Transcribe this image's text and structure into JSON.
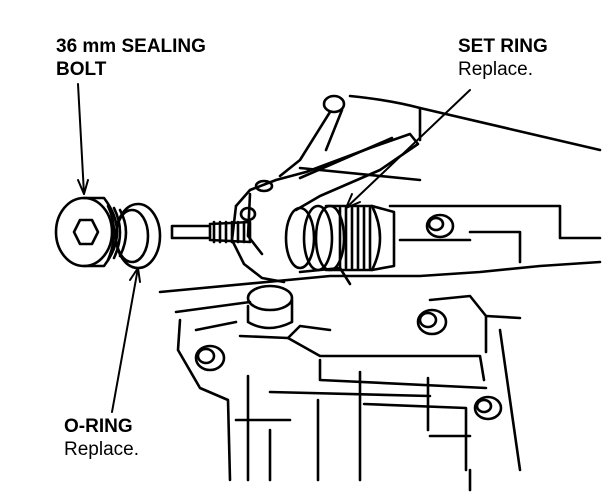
{
  "callouts": {
    "sealing_bolt": {
      "line1": "36 mm SEALING",
      "line2": "BOLT"
    },
    "set_ring": {
      "line1": "SET RING",
      "line2": "Replace."
    },
    "o_ring": {
      "line1": "O-RING",
      "line2": "Replace."
    }
  },
  "colors": {
    "ink": "#000000",
    "paper": "#ffffff"
  }
}
